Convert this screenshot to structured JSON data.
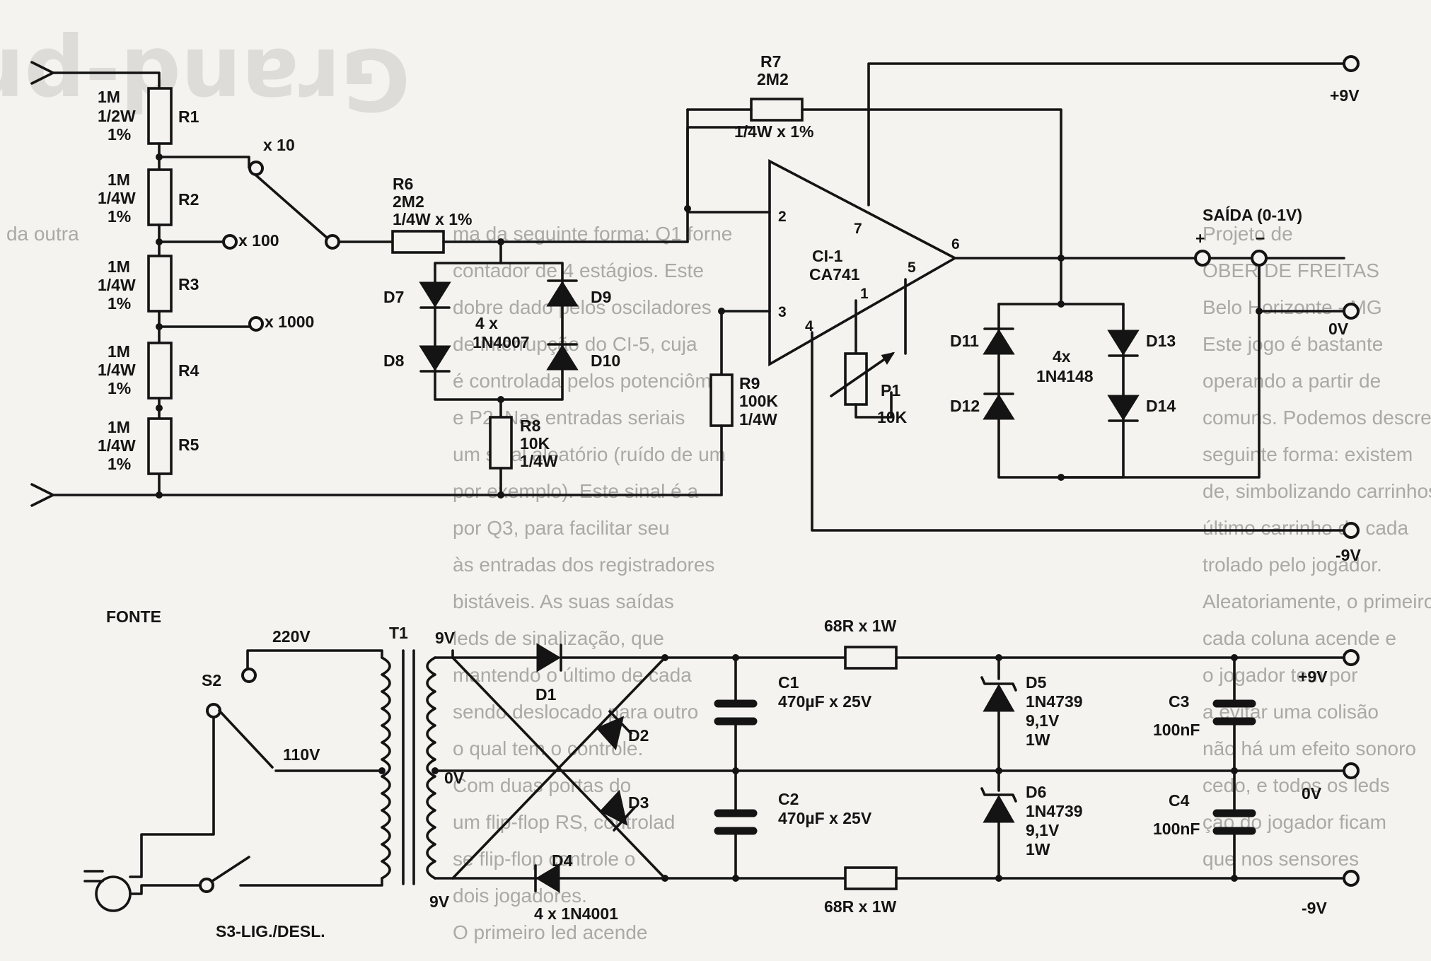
{
  "watermark": "Grand-prix",
  "bleed": [
    "ma da seguinte forma: Q1 forne",
    "contador de 4 estágios. Este",
    "dobre dado pelos osciladores",
    "de interrupção do CI-5, cuja",
    "é controlada pelos potenciôm",
    "e P2. Nas entradas seriais",
    "um sinal aleatório (ruído de um",
    "por exemplo). Este sinal é a",
    "por Q3, para facilitar seu",
    "às entradas dos registradores",
    "bistáveis. As suas saídas",
    "leds de sinalização, que",
    "mantendo o último de cada",
    "sendo deslocado para outro",
    "o qual tem o controle.",
    "Com duas portas do",
    "um flip-flop RS, controlad",
    "se flip-flop controle o",
    "dois jogadores.",
    "O primeiro led acende",
    "Projeto de",
    "OBER DE FREITAS",
    "Belo Horizonte - MG",
    "Este jogo é bastante",
    "operando a partir de",
    "comuns. Podemos descrever",
    "seguinte forma: existem",
    "de, simbolizando carrinhos",
    "último carrinho de cada",
    "trolado pelo jogador.",
    "Aleatoriamente, o primeiro",
    "cada coluna acende e",
    "o jogador tem por",
    "a evitar uma colisão",
    "não há um efeito sonoro",
    "cedo, e todos os leds",
    "ção do jogador ficam",
    "que nos sensores",
    "carrinho da outra",
    ""
  ],
  "divider": {
    "r1": {
      "name": "R1",
      "value": "1M",
      "power": "1/2W",
      "tol": "1%"
    },
    "r2": {
      "name": "R2",
      "value": "1M",
      "power": "1/4W",
      "tol": "1%"
    },
    "r3": {
      "name": "R3",
      "value": "1M",
      "power": "1/4W",
      "tol": "1%"
    },
    "r4": {
      "name": "R4",
      "value": "1M",
      "power": "1/4W",
      "tol": "1%"
    },
    "r5": {
      "name": "R5",
      "value": "1M",
      "power": "1/4W",
      "tol": "1%"
    }
  },
  "switch": {
    "x10": "x 10",
    "x100": "x 100",
    "x1000": "x 1000"
  },
  "r6": {
    "name": "R6",
    "value": "2M2",
    "spec": "1/4W x 1%"
  },
  "r7": {
    "name": "R7",
    "value": "2M2",
    "spec": "1/4W x 1%"
  },
  "r8": {
    "name": "R8",
    "value": "10K",
    "spec": "1/4W"
  },
  "r9": {
    "name": "R9",
    "value": "100K",
    "spec": "1/4W"
  },
  "clamp": {
    "d7": "D7",
    "d8": "D8",
    "d9": "D9",
    "d10": "D10",
    "count": "4 x",
    "part": "1N4007"
  },
  "opamp": {
    "name": "CI-1",
    "part": "CA741",
    "pin1": "1",
    "pin2": "2",
    "pin3": "3",
    "pin4": "4",
    "pin5": "5",
    "pin6": "6",
    "pin7": "7"
  },
  "p1": {
    "name": "P1",
    "value": "10K"
  },
  "out_clamp": {
    "d11": "D11",
    "d12": "D12",
    "d13": "D13",
    "d14": "D14",
    "count": "4x",
    "part": "1N4148"
  },
  "output": {
    "label": "SAÍDA (0-1V)",
    "plus": "+",
    "minus": "−",
    "zero": "0V"
  },
  "opamp_supply": {
    "pos": "+9V",
    "neg": "-9V"
  },
  "supply": {
    "title": "FONTE"
  },
  "transformer": {
    "name": "T1",
    "v220": "220V",
    "v110": "110V",
    "sec_top": "9V",
    "sec_mid": "0V",
    "sec_bot": "9V"
  },
  "s2": {
    "name": "S2"
  },
  "s3": {
    "label": "S3-LIG./DESL."
  },
  "rect": {
    "d1": "D1",
    "d2": "D2",
    "d3": "D3",
    "d4": "D4",
    "part": "4 x 1N4001"
  },
  "series_r": {
    "top": "68R x 1W",
    "bottom": "68R x 1W"
  },
  "c1": {
    "name": "C1",
    "value": "470µF x 25V"
  },
  "c2": {
    "name": "C2",
    "value": "470µF x 25V"
  },
  "d5": {
    "name": "D5",
    "part": "1N4739",
    "volt": "9,1V",
    "power": "1W"
  },
  "d6": {
    "name": "D6",
    "part": "1N4739",
    "volt": "9,1V",
    "power": "1W"
  },
  "c3": {
    "name": "C3",
    "value": "100nF"
  },
  "c4": {
    "name": "C4",
    "value": "100nF"
  },
  "supply_out": {
    "pos": "+9V",
    "zero": "0V",
    "neg": "-9V"
  }
}
